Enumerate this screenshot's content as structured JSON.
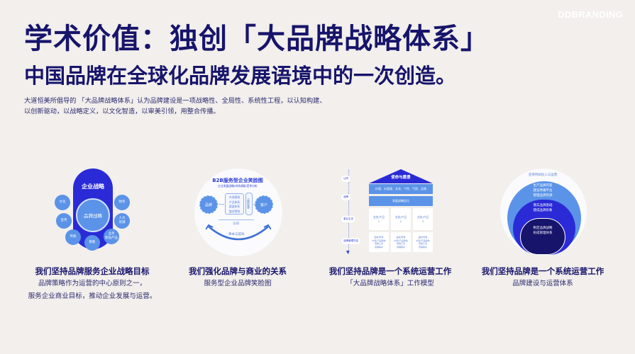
{
  "brand": "DDBRANDING",
  "title": "学术价值：独创「大品牌战略体系」",
  "subtitle": "中国品牌在全球化品牌发展语境中的一次创造。",
  "description": {
    "line1": "大道恒美所倡导的 「大品牌战略体系」认为品牌建设是一项战略性、全局性、系统性工程，以认知构建、",
    "line2": "以创新驱动，以战略定义，以文化智造，以审美引领，用整合传播。"
  },
  "colors": {
    "background": "#f2efec",
    "navy": "#17146b",
    "royal_blue": "#2a2bd6",
    "light_blue": "#5b93e8"
  },
  "cards": [
    {
      "title": "我们坚持品牌服务企业战略目标",
      "subtitle_lines": [
        "品牌策略作为运营的中心原则之一，",
        "服务企业商业目标，推动企业发展与运营。"
      ],
      "diagram": {
        "outer_label": "企业战略",
        "core_label": "品牌战略",
        "satellites": [
          "文化",
          "宣传",
          "传统",
          "销售",
          "业务\n新技产品",
          "人力\n资源",
          "财务"
        ]
      }
    },
    {
      "title": "我们强化品牌与商业的关系",
      "subtitle_lines": [
        "服务型企业品牌笑脸图"
      ],
      "diagram": {
        "title": "B2B服务型企业笑脸图",
        "subtitle": "企业发展战略/市场调研/竞争分析",
        "left_node": "品牌",
        "right_node": "客户",
        "box_items": [
          "市场营销",
          "产品体系",
          "渠道体系",
          "整合营销"
        ],
        "side_box": "品牌管理",
        "top_arrow": "",
        "bottom_arrow": "认同",
        "smile_label": "降本与提效"
      }
    },
    {
      "title": "我们坚持品牌是一个系统运营工作",
      "subtitle_lines": [
        "「大品牌战略体系」工作模型"
      ],
      "diagram": {
        "roof": "使命与愿景",
        "bar1": "价值、价值观、文化、个性、气质、品格",
        "bar2": "发展战略定位",
        "cells_top": [
          "业务/产品\n1",
          "业务/产品\n2",
          "业务/产品\n3"
        ],
        "cells_bottom": [
          "品牌/形象\n价值/产品架构\n营销工具\n营销体系",
          "品牌/形象\n价值/产品架构\n营销工具\n营销体系",
          "品牌/形象\n价值/产品架构\n营销工具\n营销体系"
        ],
        "axis_tags": [
          "认同",
          "品牌",
          "事业生态",
          "品牌管理内容"
        ]
      }
    },
    {
      "title": "我们坚持品牌是一个系统运营工作",
      "subtitle_lines": [
        "品牌建设与运营体系"
      ],
      "diagram": {
        "outer": "坚持持续投入与运营",
        "ring2": [
          "生产品牌内容",
          "建设传播平台",
          "管理品牌资源"
        ],
        "ring3": [
          "落实品牌基础",
          "建成品牌形象"
        ],
        "core": [
          "制定品牌战略",
          "形成管理体系"
        ]
      }
    }
  ]
}
